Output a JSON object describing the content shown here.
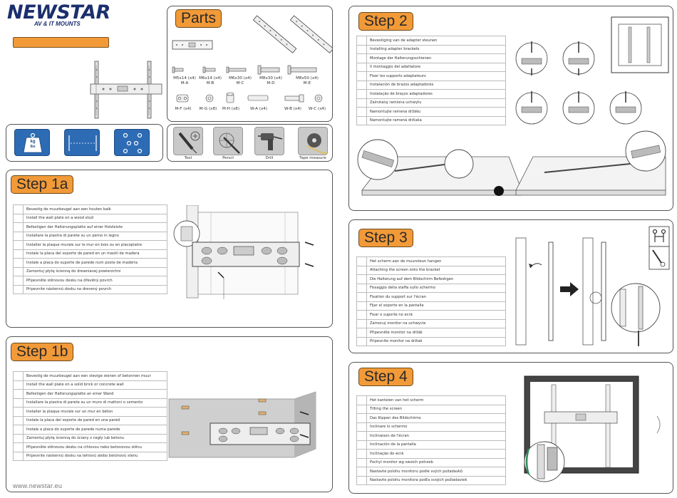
{
  "brand": {
    "name": "NEWSTAR",
    "tagline": "AV & IT MOUNTS",
    "website": "www.newstar.eu",
    "colors": {
      "orange": "#f29a38",
      "blue": "#2d6cb5",
      "dark_blue": "#1b2f6e"
    }
  },
  "parts": {
    "title": "Parts",
    "items": [
      {
        "label": "M5x14 (x4)",
        "code": "M-A"
      },
      {
        "label": "M6x14 (x4)",
        "code": "M-B"
      },
      {
        "label": "M6x30 (x4)",
        "code": "M-C"
      },
      {
        "label": "M8x30 (x4)",
        "code": "M-D"
      },
      {
        "label": "M8x50 (x4)",
        "code": "M-E"
      },
      {
        "label": "M-F (x4)"
      },
      {
        "label": "M-G (x8)"
      },
      {
        "label": "M-H (x8)"
      },
      {
        "label": "W-A (x4)"
      },
      {
        "label": "W-B (x4)"
      },
      {
        "label": "W-C (x4)"
      }
    ]
  },
  "specs": {
    "weight_unit": "kg",
    "weight_unit2": "lbs"
  },
  "tools": [
    {
      "label": "Tool",
      "icon": "screwdriver-icon"
    },
    {
      "label": "Pencil",
      "icon": "pencil-icon"
    },
    {
      "label": "Drill",
      "icon": "drill-icon"
    },
    {
      "label": "Tape measure",
      "icon": "tape-measure-icon"
    }
  ],
  "step1a": {
    "title": "Step 1a",
    "lines": [
      "Bevestig de muurbeugel aan een houten balk",
      "Install the wall plate on a wood stud",
      "Befestigen der Halterungsplatte auf einer Holzleiste",
      "Installare la piastra di parete su un perno in legno",
      "Installer la plaque murale sur le mur en bois ou en placoplatre",
      "Instale la placa del soporte de pared en un mastil de madera",
      "Instale a placa do suporte de parede num poste de madeira",
      "Zamontuj płytę ścienną do drewnianej powierzchni",
      "Připevněte stěnovou desku na dřevěný povrch",
      "Pripevnite nástennú dosku na drevený povrch"
    ]
  },
  "step1b": {
    "title": "Step 1b",
    "lines": [
      "Bevestig de muurbeugel aan een stevige stenen of betonnen muur",
      "Install the wall plate on a solid brick or concrete wall",
      "Befestigen der Halterungsplatte an einer Wand",
      "Installare la piastra di parete su un muro di mattoni o cemento",
      "Installer la plaque murale sur un mur en béton",
      "Instale la placa del soporte de pared en una pared",
      "Instale a placa do suporte de parede numa parede",
      "Zamontuj płytę ścienną do ściany z cegły lub betonu",
      "Připevněte stěnovou desku na cihlovou nebo betonovou stěnu",
      "Pripevnite nástennú dosku na tehlovú alebo betónovú stenu"
    ]
  },
  "step2": {
    "title": "Step 2",
    "lines": [
      "Bevestiging van de adapter steunen",
      "Installing adapter brackets",
      "Montage der Halterungsschienen",
      "Il montaggio del adattatore",
      "Fixer les supports adaptateurs",
      "Instalación de brazos adaptadores",
      "Instalação de braços adaptadores",
      "Zainstaluj ramiona uchwytu",
      "Namontujte ramena držáku",
      "Namontujte ramená držiaka"
    ]
  },
  "step3": {
    "title": "Step 3",
    "lines": [
      "Het scherm aan de muursteun hangen",
      "Attaching the screen onto the bracket",
      "Die Halterung auf dem Bildschirm Befestigen",
      "Fissaggio della staffa sullo schermo",
      "Fixation du support sur l'écran",
      "Fijar el soporte en la pantalla",
      "Fixar o suporte no ecrã",
      "Zamocuj monitor na uchwycie",
      "Připevněte monitor na držák",
      "Pripevnite monitor na držiak"
    ]
  },
  "step4": {
    "title": "Step 4",
    "lines": [
      "Het kantelen van het scherm",
      "Tilting the screen",
      "Das Kippen des Bildschirms",
      "Inclinare lo schermo",
      "Inclinaison de l'écran",
      "Inclinación de la pantalla",
      "Inclinação do ecrã",
      "Pochyl monitor wg swoich potrzeb",
      "Nastavte polohu monitoru podle svých požadavků",
      "Nastavte polohu monitora podľa svojich požiadaviek"
    ]
  }
}
